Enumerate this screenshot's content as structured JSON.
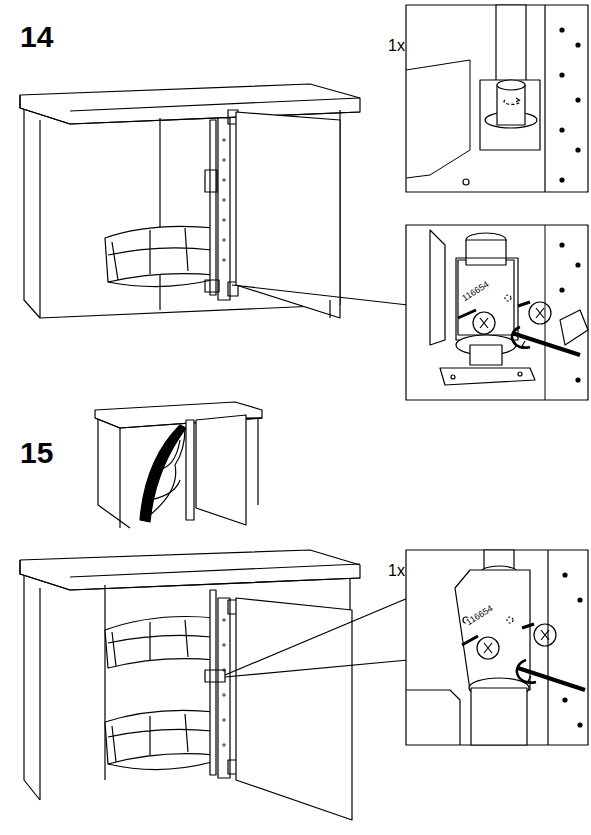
{
  "diagram": {
    "labels": [
      "14",
      "1x",
      "116654",
      "15",
      "1x",
      "116654"
    ]
  }
}
